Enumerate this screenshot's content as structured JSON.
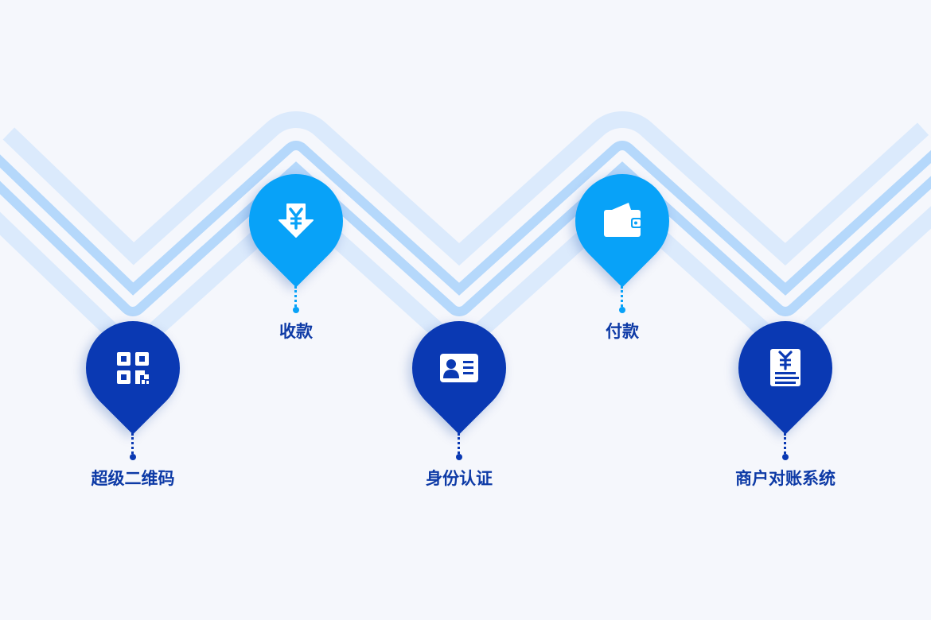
{
  "steps": [
    {
      "label": "超级二维码",
      "icon": "qr-code-icon",
      "tone": "dark"
    },
    {
      "label": "收款",
      "icon": "yen-download-icon",
      "tone": "light"
    },
    {
      "label": "身份认证",
      "icon": "id-card-icon",
      "tone": "dark"
    },
    {
      "label": "付款",
      "icon": "wallet-icon",
      "tone": "light"
    },
    {
      "label": "商户对账系统",
      "icon": "yen-document-icon",
      "tone": "dark"
    }
  ],
  "colors": {
    "background": "#f5f7fc",
    "dark_pin": "#0a39b3",
    "light_pin": "#08a2f8",
    "label": "#0d3aa6",
    "band_inner": "#b5d8fb",
    "band_outer": "#dbeafc"
  }
}
